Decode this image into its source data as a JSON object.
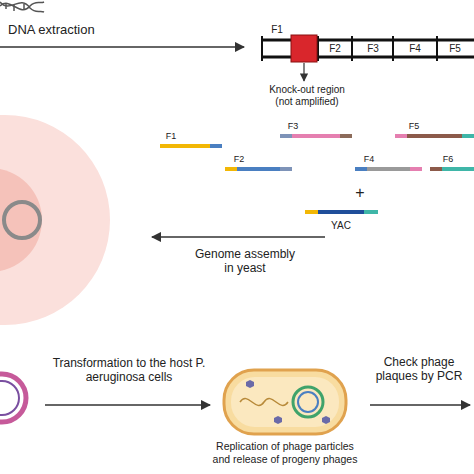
{
  "diagram": {
    "nodes": [
      {
        "text": [
          "Replication of phage particles and release of progeny phages"
        ]
      }
    ],
    "labels": [
      "DNA extraction",
      "F1",
      "F2",
      "F3",
      "F4",
      "F5",
      "Knock-out region (not amplified)",
      "F1",
      "F3",
      "F5",
      "F2",
      "F4",
      "F6",
      "+",
      "YAC",
      "Genome assembly in yeast",
      "Transformation to the host P. aeruginosa cells",
      "Check phage plaques by PCR"
    ]
  }
}
